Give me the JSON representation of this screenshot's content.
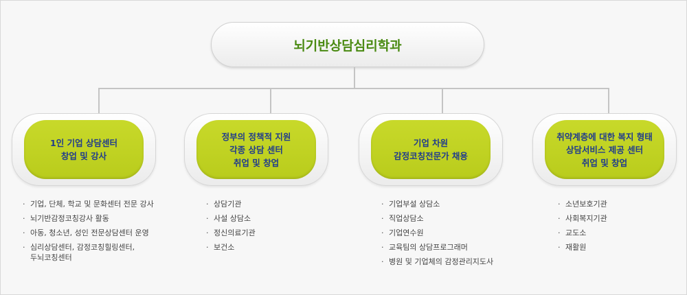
{
  "title": "뇌기반상담심리학과",
  "branches": [
    {
      "label": "1인 기업 상담센터\n창업 및 강사",
      "items": [
        "기업, 단체, 학교 및 문화센터 전문 강사",
        "뇌기반감정코칭강사 활동",
        "아동, 청소년, 성인 전문상담센터 운영",
        "심리상담센터, 감정코칭힐링센터,\n두뇌코칭센터"
      ]
    },
    {
      "label": "정부의 정책적 지원\n각종 상담 센터\n취업 및 창업",
      "items": [
        "상담기관",
        "사설 상담소",
        "정신의료기관",
        "보건소"
      ]
    },
    {
      "label": "기업 차원\n감정코칭전문가 채용",
      "items": [
        "기업부설 상담소",
        "직업상담소",
        "기업연수원",
        "교육팀의 상담프로그래머",
        "병원 및 기업체의 감정관리지도사"
      ]
    },
    {
      "label": "취약계층에 대한 복지 형태\n상담서비스 제공 센터\n취업 및 창업",
      "items": [
        "소년보호기관",
        "사회복지기관",
        "교도소",
        "재활원"
      ]
    }
  ]
}
